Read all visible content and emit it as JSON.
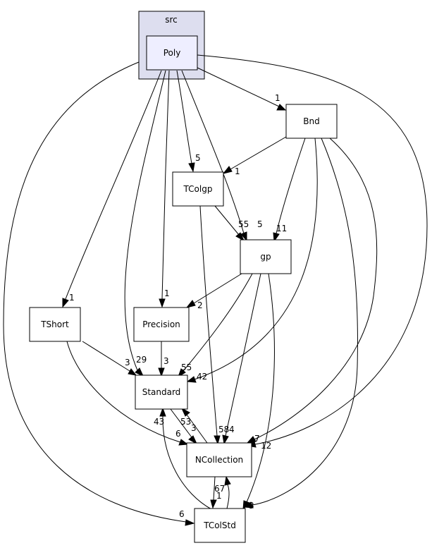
{
  "cluster": {
    "label": "src"
  },
  "nodes": {
    "poly": "Poly",
    "bnd": "Bnd",
    "tcolgp": "TColgp",
    "gp": "gp",
    "tshort": "TShort",
    "precision": "Precision",
    "standard": "Standard",
    "ncollection": "NCollection",
    "tcolstd": "TColStd"
  },
  "edge_labels": {
    "poly_bnd": "1",
    "poly_tcolgp": "5",
    "poly_gp": "5",
    "bnd_tcolgp": "1",
    "bnd_gp": "11",
    "tcolgp_gp": "55",
    "poly_tshort": "1",
    "poly_precision": "1",
    "gp_precision": "2",
    "poly_standard": "29",
    "tshort_standard": "3",
    "precision_standard": "3",
    "gp_standard": "55",
    "bnd_standard": "42",
    "tshort_ncollection": "43",
    "standard_ncollection": "3",
    "ncollection_standard": "53",
    "tcolstd_standard": "6",
    "tcolgp_ncollection": "58",
    "gp_ncollection": "4",
    "bnd_ncollection": "7",
    "poly_ncollection": "12",
    "ncollection_tcolstd": "1",
    "tcolstd_ncollection": "67",
    "poly_tcolstd": "6",
    "bnd_tcolstd": "3"
  }
}
